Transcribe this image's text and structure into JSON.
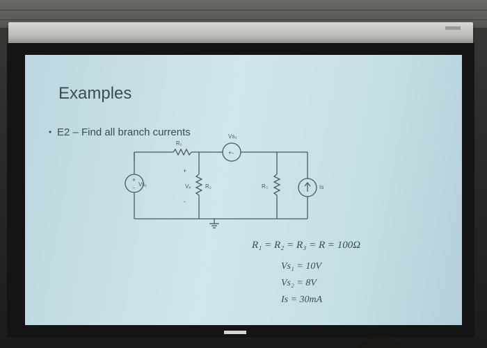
{
  "slide": {
    "title": "Examples",
    "bullet": "E2 – Find all branch currents"
  },
  "circuit": {
    "labels": {
      "r1": "R₁",
      "r2": "R₂",
      "r3": "R₃",
      "vs1": "Vs₁",
      "vs2": "Vs₂",
      "vx": "Vₓ",
      "is": "Is",
      "plus": "+",
      "minus": "-"
    }
  },
  "equations": {
    "resistors": "R₁ = R₂ = R₃ = R = 100Ω",
    "vs1": "Vs₁ = 10V",
    "vs2": "Vs₂ = 8V",
    "is": "Is = 30mA"
  },
  "colors": {
    "screen": "#c9e3e8",
    "text": "#3d4b54",
    "frame": "#141414"
  }
}
